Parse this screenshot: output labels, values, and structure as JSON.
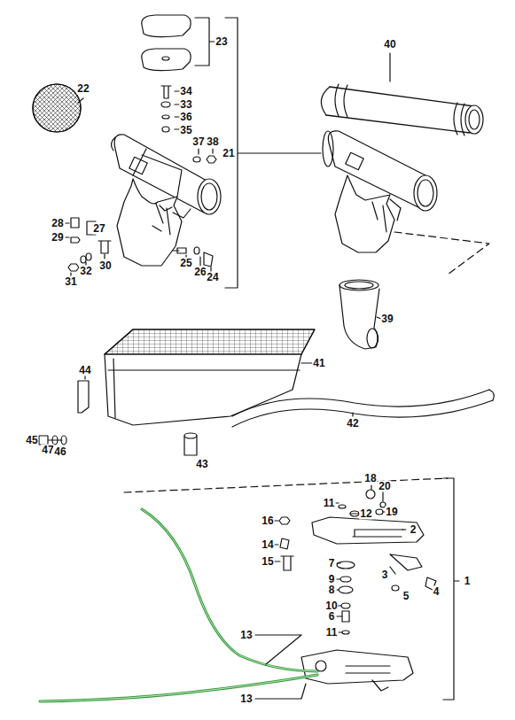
{
  "diagram": {
    "labels": [
      "23",
      "22",
      "34",
      "33",
      "36",
      "35",
      "37",
      "38",
      "21",
      "40",
      "28",
      "27",
      "29",
      "31",
      "32",
      "30",
      "25",
      "26",
      "24",
      "39",
      "44",
      "41",
      "42",
      "45",
      "47",
      "46",
      "43",
      "18",
      "20",
      "11",
      "12",
      "19",
      "16",
      "2",
      "14",
      "15",
      "7",
      "3",
      "4",
      "1",
      "9",
      "8",
      "5",
      "10",
      "6",
      "11",
      "13",
      "13"
    ]
  }
}
